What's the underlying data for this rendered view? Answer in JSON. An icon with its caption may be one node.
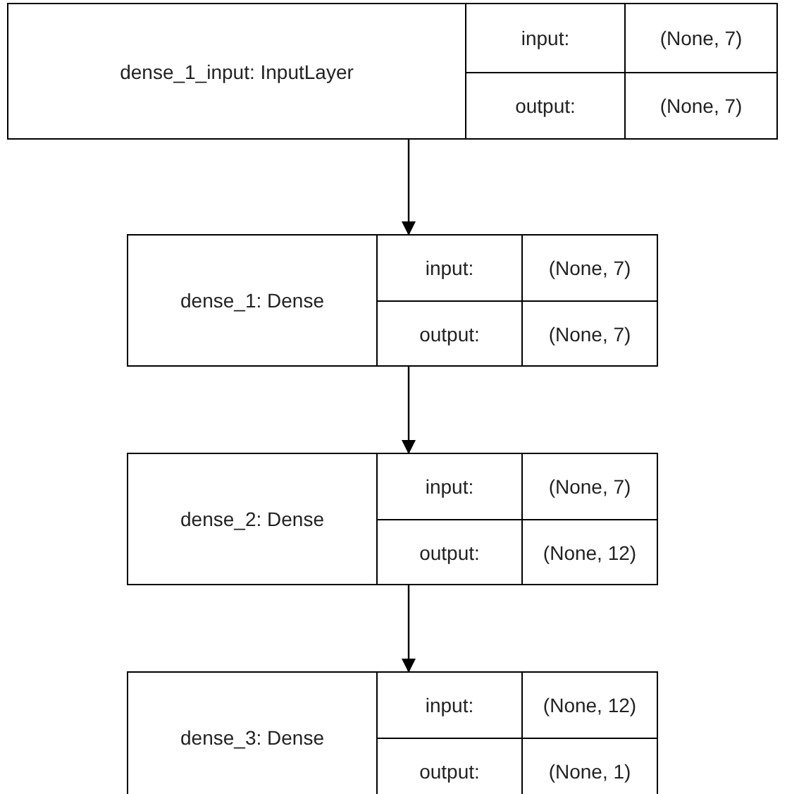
{
  "diagram": {
    "nodes": [
      {
        "text": [
          "dense_1_input: InputLayer",
          "input:",
          "(None, 7)",
          "output:",
          "(None, 7)"
        ]
      },
      {
        "text": [
          "dense_1: Dense",
          "input:",
          "(None, 7)",
          "output:",
          "(None, 7)"
        ]
      },
      {
        "text": [
          "dense_2: Dense",
          "input:",
          "(None, 7)",
          "output:",
          "(None, 12)"
        ]
      },
      {
        "text": [
          "dense_3: Dense",
          "input:",
          "(None, 12)",
          "output:",
          "(None, 1)"
        ]
      }
    ],
    "edges": [
      {
        "from": 0,
        "to": 1,
        "arrow": "to"
      },
      {
        "from": 1,
        "to": 2,
        "arrow": "to"
      },
      {
        "from": 2,
        "to": 3,
        "arrow": "to"
      }
    ]
  }
}
